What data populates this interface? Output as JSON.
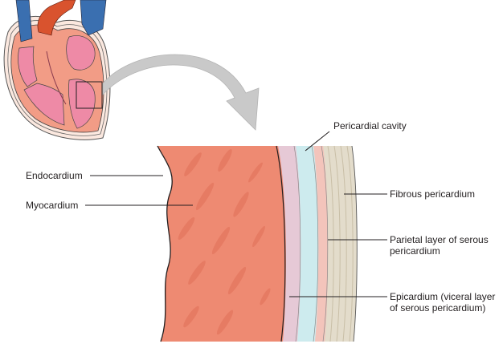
{
  "labels": {
    "pericardial_cavity": "Pericardial cavity",
    "endocardium": "Endocardium",
    "myocardium": "Myocardium",
    "fibrous_pericardium": "Fibrous pericardium",
    "parietal_line1": "Parietal layer of serous",
    "parietal_line2": "pericardium",
    "epicardium_line1": "Epicardium (viceral layer",
    "epicardium_line2": "of serous pericardium)"
  },
  "colors": {
    "myocardium": "#ee8a72",
    "myocardium_streak": "#e4765e",
    "endocardium_edge": "#231f20",
    "epicardium": "#e6c9d6",
    "pericardial_cavity": "#cdebee",
    "parietal_layer": "#f3c4bb",
    "fibrous_pericardium": "#e3dccb",
    "arrow": "#c9c9c9",
    "heart_muscle": "#f29c86",
    "heart_chamber": "#ee8aa6",
    "aorta": "#d9532e",
    "vena_cava": "#3a6fb0",
    "leader_line": "#231f20"
  },
  "icons": [
    "heart-illustration",
    "zoom-arrow-icon"
  ]
}
